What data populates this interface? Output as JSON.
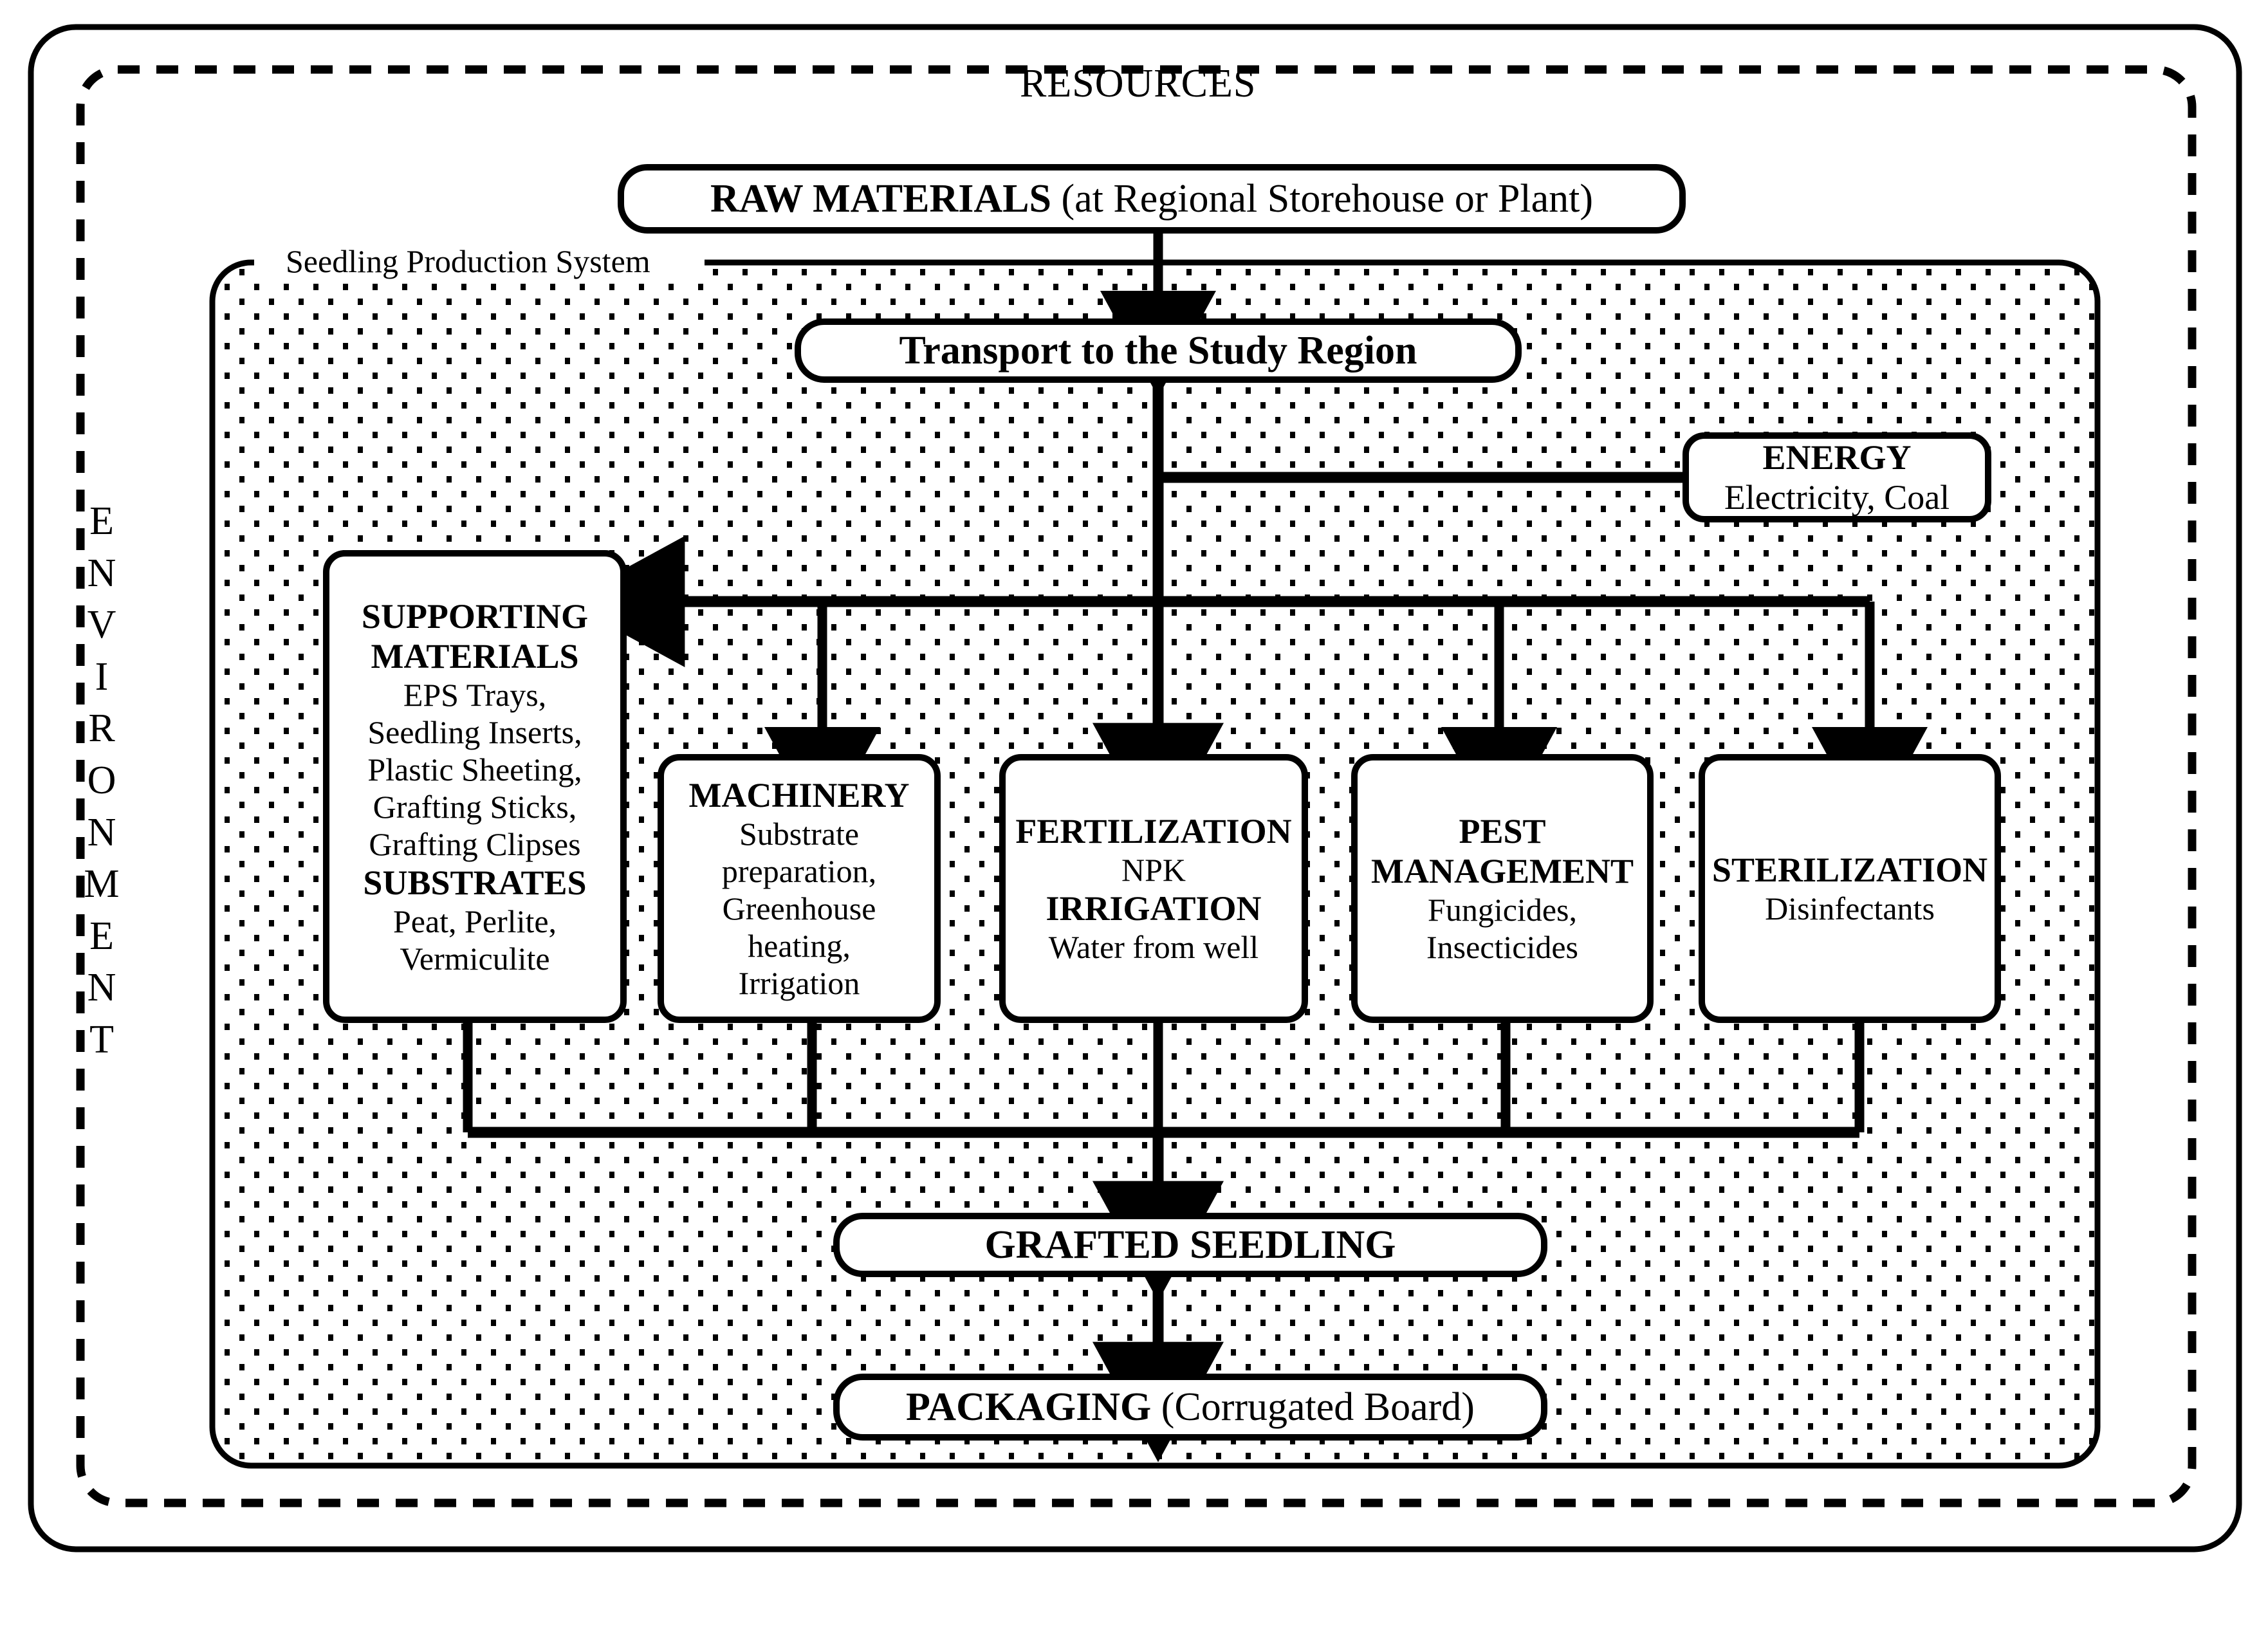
{
  "diagram": {
    "outer_label": "RESOURCES",
    "environment_label": "ENVIRONMENT",
    "system_label": "Seedling Production System",
    "colors": {
      "line": "#000000",
      "fill": "#ffffff",
      "dot": "#000000"
    },
    "boxes": {
      "raw_materials": {
        "bold": "RAW MATERIALS",
        "rest": " (at Regional Storehouse or Plant)"
      },
      "transport": {
        "bold": "Transport to the Study Region"
      },
      "energy": {
        "title": "ENERGY",
        "body": "Electricity, Coal"
      },
      "supporting_materials": {
        "title_line1": "SUPPORTING",
        "title_line2": "MATERIALS",
        "items": [
          "EPS Trays,",
          "Seedling Inserts,",
          "Plastic Sheeting,",
          "Grafting Sticks,",
          "Grafting Clipses"
        ],
        "subtitle": "SUBSTRATES",
        "sub_items": [
          "Peat, Perlite,",
          "Vermiculite"
        ]
      },
      "machinery": {
        "title": "MACHINERY",
        "items": [
          "Substrate",
          "preparation,",
          "Greenhouse",
          "heating,",
          "Irrigation"
        ]
      },
      "fertilization": {
        "title": "FERTILIZATION",
        "body": "NPK",
        "title2": "IRRIGATION",
        "body2": "Water from well"
      },
      "pest_management": {
        "title_line1": "PEST",
        "title_line2": "MANAGEMENT",
        "items": [
          "Fungicides,",
          "Insecticides"
        ]
      },
      "sterilization": {
        "title": "STERILIZATION",
        "body": "Disinfectants"
      },
      "grafted_seedling": {
        "bold": "GRAFTED SEEDLING"
      },
      "packaging": {
        "bold": "PACKAGING",
        "rest": " (Corrugated Board)"
      }
    }
  }
}
